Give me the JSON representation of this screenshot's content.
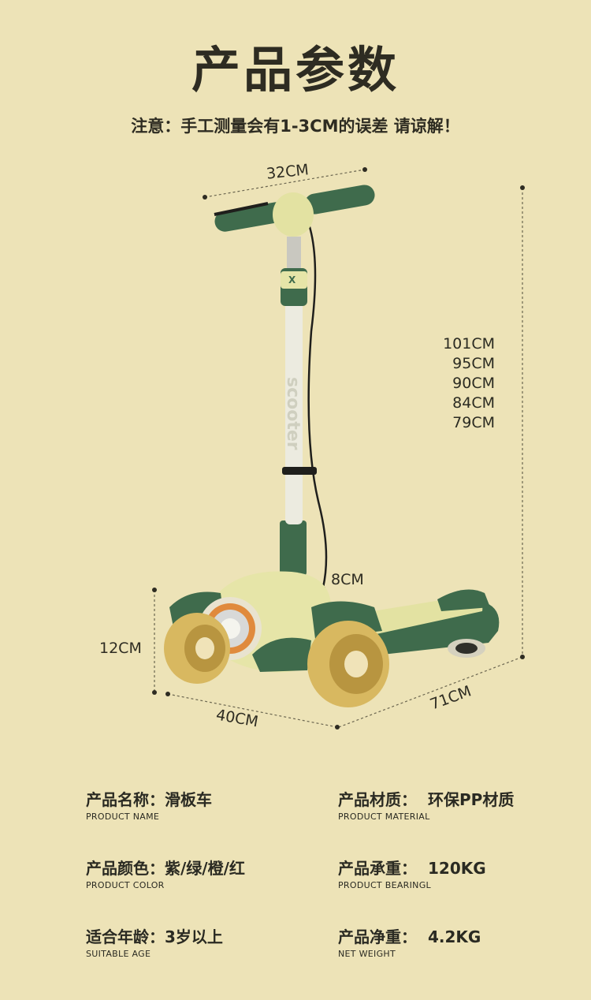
{
  "title": "产品参数",
  "notice": "注意：手工测量会有1-3CM的误差 请谅解！",
  "dimensions": {
    "width_handlebar": "32CM",
    "heights": [
      "101CM",
      "95CM",
      "90CM",
      "84CM",
      "79CM"
    ],
    "deck_height": "8CM",
    "wheel_height": "12CM",
    "front_width": "40CM",
    "length": "71CM"
  },
  "scooter_print": "scooter",
  "scooter_badge": "X",
  "specs": [
    {
      "label": "产品名称：",
      "value": "滑板车",
      "en": "PRODUCT NAME"
    },
    {
      "label": "产品材质：",
      "value": "环保PP材质",
      "en": "PRODUCT MATERIAL"
    },
    {
      "label": "产品颜色：",
      "value": "紫/绿/橙/红",
      "en": "PRODUCT COLOR"
    },
    {
      "label": "产品承重：",
      "value": "120KG",
      "en": "PRODUCT BEARINGL"
    },
    {
      "label": "适合年龄：",
      "value": "3岁以上",
      "en": "SUITABLE AGE"
    },
    {
      "label": "产品净重：",
      "value": "4.2KG",
      "en": "NET WEIGHT"
    }
  ],
  "colors": {
    "background": "#ede3b7",
    "scooter_green": "#3f6b4c",
    "scooter_cream": "#e6e5a8",
    "wheel_amber": "#d8b860"
  }
}
